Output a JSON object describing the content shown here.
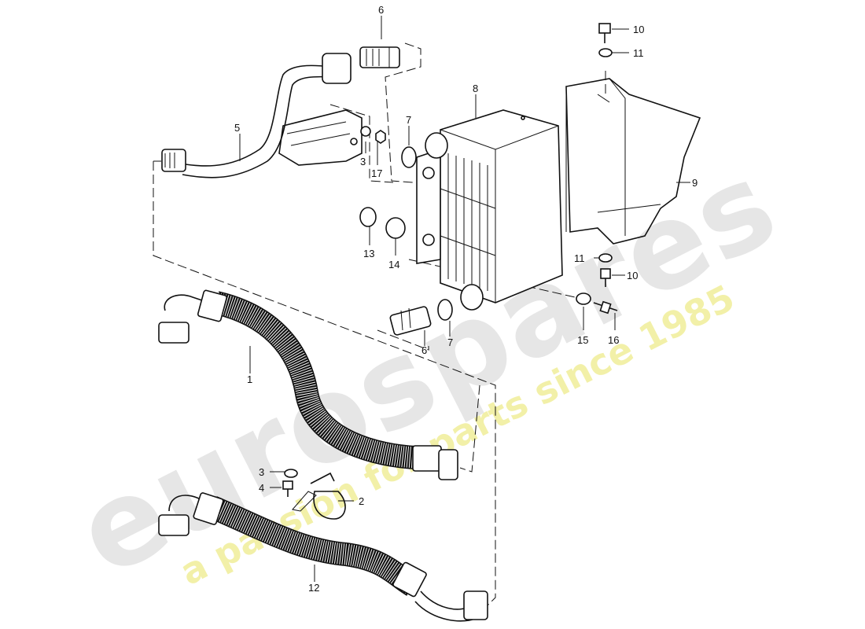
{
  "diagram": {
    "callouts": [
      {
        "id": "c1",
        "label": "1"
      },
      {
        "id": "c2",
        "label": "2"
      },
      {
        "id": "c3a",
        "label": "3"
      },
      {
        "id": "c3b",
        "label": "3"
      },
      {
        "id": "c4",
        "label": "4"
      },
      {
        "id": "c5",
        "label": "5"
      },
      {
        "id": "c6a",
        "label": "6"
      },
      {
        "id": "c6b",
        "label": "6"
      },
      {
        "id": "c7a",
        "label": "7"
      },
      {
        "id": "c7b",
        "label": "7"
      },
      {
        "id": "c8",
        "label": "8"
      },
      {
        "id": "c9",
        "label": "9"
      },
      {
        "id": "c10a",
        "label": "10"
      },
      {
        "id": "c10b",
        "label": "10"
      },
      {
        "id": "c11a",
        "label": "11"
      },
      {
        "id": "c11b",
        "label": "11"
      },
      {
        "id": "c12",
        "label": "12"
      },
      {
        "id": "c13",
        "label": "13"
      },
      {
        "id": "c14",
        "label": "14"
      },
      {
        "id": "c15",
        "label": "15"
      },
      {
        "id": "c16",
        "label": "16"
      },
      {
        "id": "c17",
        "label": "17"
      }
    ]
  },
  "watermark": {
    "brand": "eurospares",
    "tagline": "a passion for parts since 1985",
    "brand_color": "#e6e6e6",
    "tagline_color": "#f2f0a8"
  }
}
